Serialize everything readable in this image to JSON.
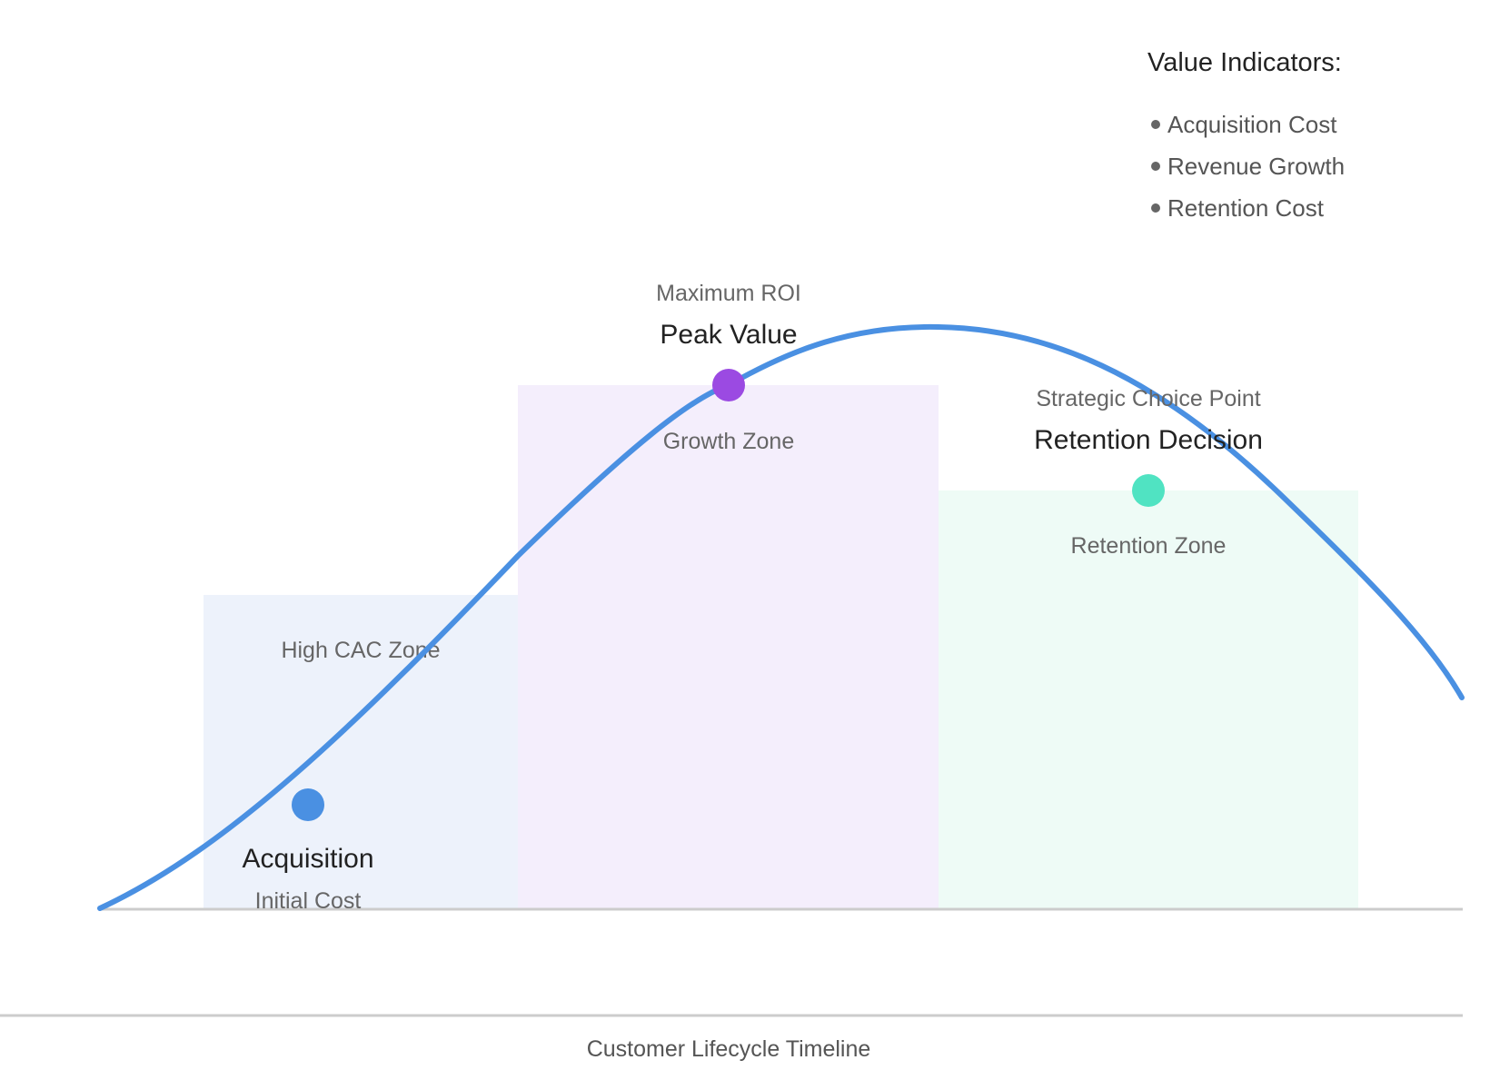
{
  "legend": {
    "title": "Value Indicators:",
    "items": [
      "Acquisition Cost",
      "Revenue Growth",
      "Retention Cost"
    ],
    "bullet_color": "#666666"
  },
  "zones": [
    {
      "label": "High CAC Zone",
      "color": "#edf2fb"
    },
    {
      "label": "Growth Zone",
      "color": "#f4eefc"
    },
    {
      "label": "Retention Zone",
      "color": "#eefbf6"
    }
  ],
  "points": [
    {
      "title": "Acquisition",
      "subtitle": "Initial Cost",
      "color": "#4a90e2"
    },
    {
      "title": "Peak Value",
      "subtitle": "Maximum ROI",
      "color": "#9b4ae2"
    },
    {
      "title": "Retention Decision",
      "subtitle": "Strategic Choice Point",
      "color": "#50e3c2"
    }
  ],
  "curve_color": "#4a90e2",
  "axis_color": "#cccccc",
  "timeline_label": "Customer Lifecycle Timeline"
}
